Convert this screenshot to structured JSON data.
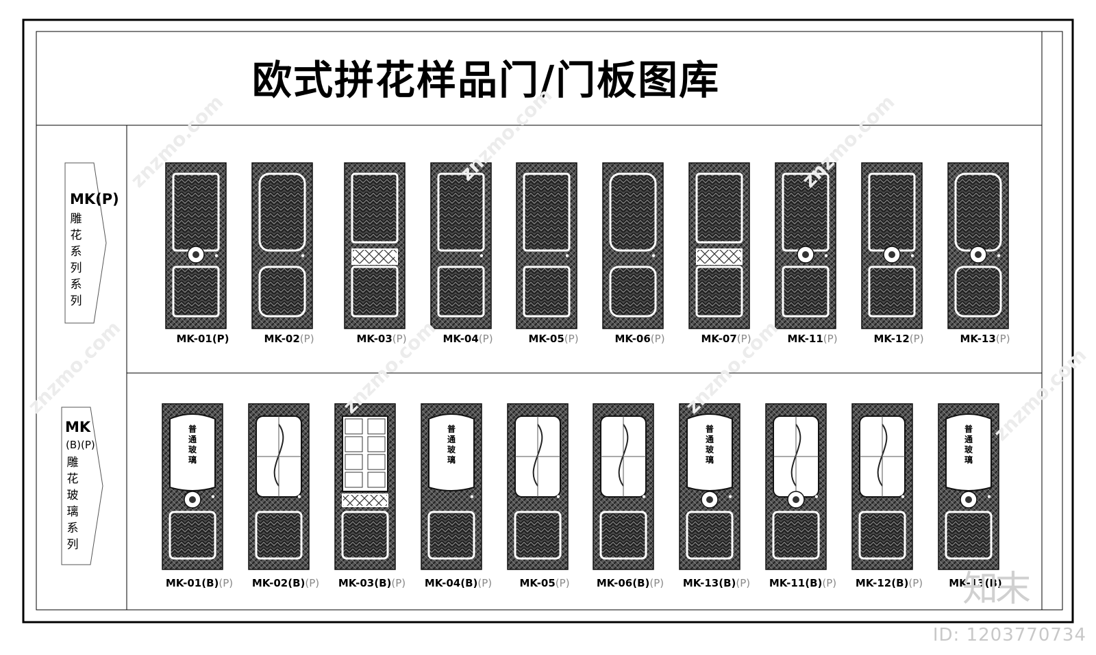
{
  "title": "欧式拼花样品门/门板图库",
  "rows": [
    {
      "tag_main": "MK(P)",
      "tag_vertical": "雕花系列系列",
      "doors": [
        {
          "code": "MK-01(P)",
          "suffix": ""
        },
        {
          "code": "MK-02",
          "suffix": "(P)"
        },
        {
          "code": "MK-03",
          "suffix": "(P)"
        },
        {
          "code": "MK-04",
          "suffix": "(P)"
        },
        {
          "code": "MK-05",
          "suffix": "(P)"
        },
        {
          "code": "MK-06",
          "suffix": "(P)"
        },
        {
          "code": "MK-07",
          "suffix": "(P)"
        },
        {
          "code": "MK-11",
          "suffix": "(P)"
        },
        {
          "code": "MK-12",
          "suffix": "(P)"
        },
        {
          "code": "MK-13",
          "suffix": "(P)"
        }
      ]
    },
    {
      "tag_main": "MK",
      "tag_sub": "(B)(P)",
      "tag_vertical": "雕花玻璃系列",
      "glass_text": "普通玻璃",
      "doors": [
        {
          "code": "MK-01(B)",
          "suffix": "(P)"
        },
        {
          "code": "MK-02(B)",
          "suffix": "(P)"
        },
        {
          "code": "MK-03(B)",
          "suffix": "(P)"
        },
        {
          "code": "MK-04(B)",
          "suffix": "(P)"
        },
        {
          "code": "MK-05",
          "suffix": "(P)"
        },
        {
          "code": "MK-06(B)",
          "suffix": "(P)"
        },
        {
          "code": "MK-13(B)",
          "suffix": "(P)"
        },
        {
          "code": "MK-11(B)",
          "suffix": "(P)"
        },
        {
          "code": "MK-12(B)",
          "suffix": "(P)"
        },
        {
          "code": "MK-13(B)",
          "suffix": ""
        }
      ]
    }
  ],
  "watermark": "znzmo.com",
  "brand": "知末",
  "id_text": "ID: 1203770734"
}
